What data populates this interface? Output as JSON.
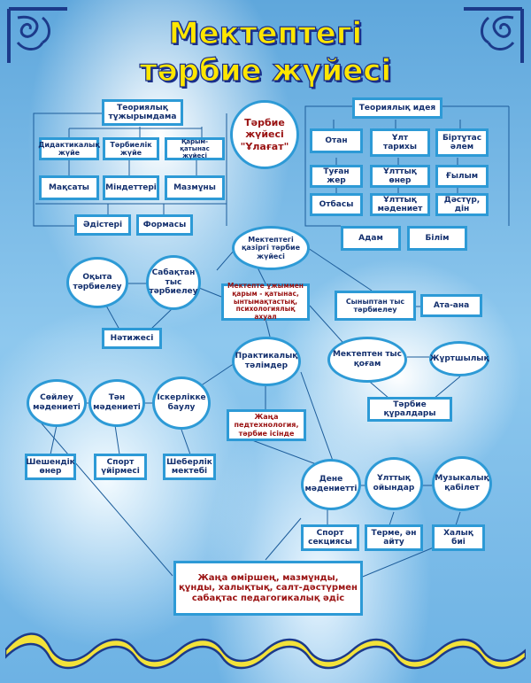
{
  "colors": {
    "title_fill": "#ffe600",
    "title_outline": "#1a2f8a",
    "box_border": "#2d9ad6",
    "text": "#14306e",
    "accent_text": "#9a1212",
    "line": "#1c5c9a"
  },
  "title": {
    "line1": "Мектептегі",
    "line2": "тәрбие жүйесі"
  },
  "theory_concept": {
    "header": "Теориялық тұжырымдама",
    "row1": [
      "Дидактикалық жүйе",
      "Тәрбиелік жүйе",
      "Қарым-қатынас жүйесі"
    ],
    "row2": [
      "Мақсаты",
      "Міндеттері",
      "Мазмұны"
    ],
    "row3": [
      "Әдістері",
      "Формасы"
    ]
  },
  "center": {
    "system": "Тәрбие жүйесі \"Ұлағат\""
  },
  "theory_idea": {
    "header": "Теориялық идея",
    "col1": [
      "Отан",
      "Туған жер",
      "Отбасы"
    ],
    "col2": [
      "Ұлт тарихы",
      "Ұлттық өнер",
      "Ұлттық мәдениет"
    ],
    "col3": [
      "Біртұтас әлем",
      "Ғылым",
      "Дәстүр, дін"
    ],
    "bottom": [
      "Адам",
      "Білім"
    ]
  },
  "middle": {
    "modern": "Мектептегі қазіргі тәрбие жүйесі",
    "teaching": "Оқыта тәрбиелеу",
    "extra_lesson": "Сабақтан тыс тәрбиелеу",
    "result": "Нәтижесі",
    "team": "Мектепте ұжыммен қарым - қатынас, ынтымақтастық, психологиялық ахуал",
    "extra_class": "Сыныптан тыс тәрбиелеу",
    "parents": "Ата-ана"
  },
  "lower": {
    "practical": "Практикалық тәлімдер",
    "society": "Мектептен тыс қоғам",
    "public": "Жұртшылық",
    "tools": "Тәрбие құралдары",
    "speech": "Сөйлеу мәдениеті",
    "body": "Тән мәдениеті",
    "skill": "Іскерлікке баулу",
    "tech": "Жаңа педтехнология, тәрбие ісінде",
    "oratory": "Шешендік өнер",
    "sport_group": "Спорт үйірмесі",
    "craft_school": "Шеберлік мектебі",
    "pe": "Дене мәдениетті",
    "games": "Ұлттық ойындар",
    "music": "Музыкалық қабілет",
    "sport_sections": "Спорт секциясы",
    "songs": "Терме, ән айту",
    "dance": "Халық биі",
    "final": "Жаңа өміршең, мазмұнды, құнды, халықтық, салт-дәстүрмен сабақтас педагогикалық әдіс"
  }
}
